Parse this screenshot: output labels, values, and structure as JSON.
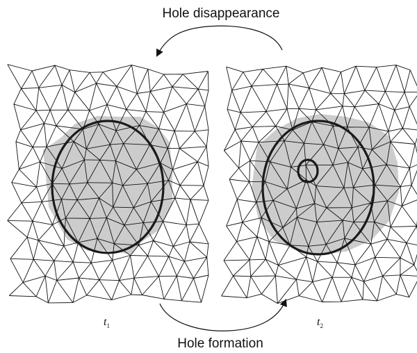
{
  "labels": {
    "top_arrow": "Hole disappearance",
    "bottom_arrow": "Hole formation"
  },
  "panels": [
    {
      "time_symbol": "t",
      "time_subscript": "1",
      "has_hole": false
    },
    {
      "time_symbol": "t",
      "time_subscript": "2",
      "has_hole": true
    }
  ],
  "colors": {
    "mesh_edge": "#111111",
    "shaded_region": "#cccccc",
    "boundary": "#1a1a1a",
    "background": "#ffffff"
  }
}
